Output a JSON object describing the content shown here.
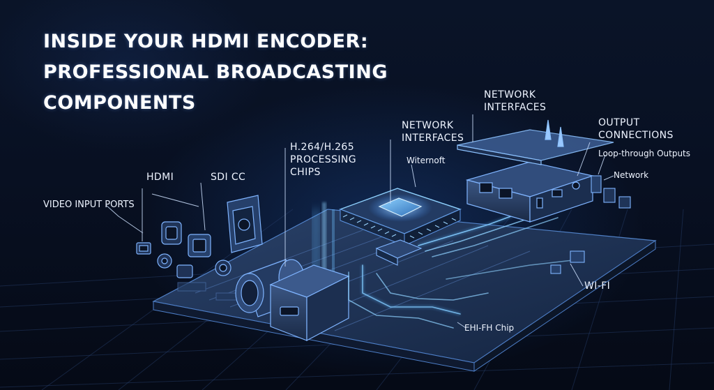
{
  "title": {
    "line1": "INSIDE YOUR HDMI ENCODER:",
    "line2": "PROFESSIONAL BROADCASTING",
    "line3": "COMPONENTS"
  },
  "labels": {
    "video_input_ports": "VIDEO INPUT PORTS",
    "hdmi": "HDMI",
    "sdi_cc": "SDI CC",
    "processing_line1": "H.264/H.265",
    "processing_line2": "PROCESSING",
    "processing_line3": "CHIPS",
    "network_interfaces_a_line1": "NETWORK",
    "network_interfaces_a_line2": "INTERFACES",
    "witernoft": "Witernoft",
    "network_interfaces_b_line1": "NETWORK",
    "network_interfaces_b_line2": "INTERFACES",
    "output_connections_line1": "OUTPUT",
    "output_connections_line2": "CONNECTIONS",
    "loop_through_outputs": "Loop-through Outputs",
    "network": "Network",
    "wifi": "WI-FI",
    "ehi_fh_chip": "EHI-FH Chip"
  },
  "colors": {
    "background": "#070d1b",
    "glow": "#5fb8ff",
    "board": "#1b2d4d",
    "text": "#eef4ff"
  }
}
